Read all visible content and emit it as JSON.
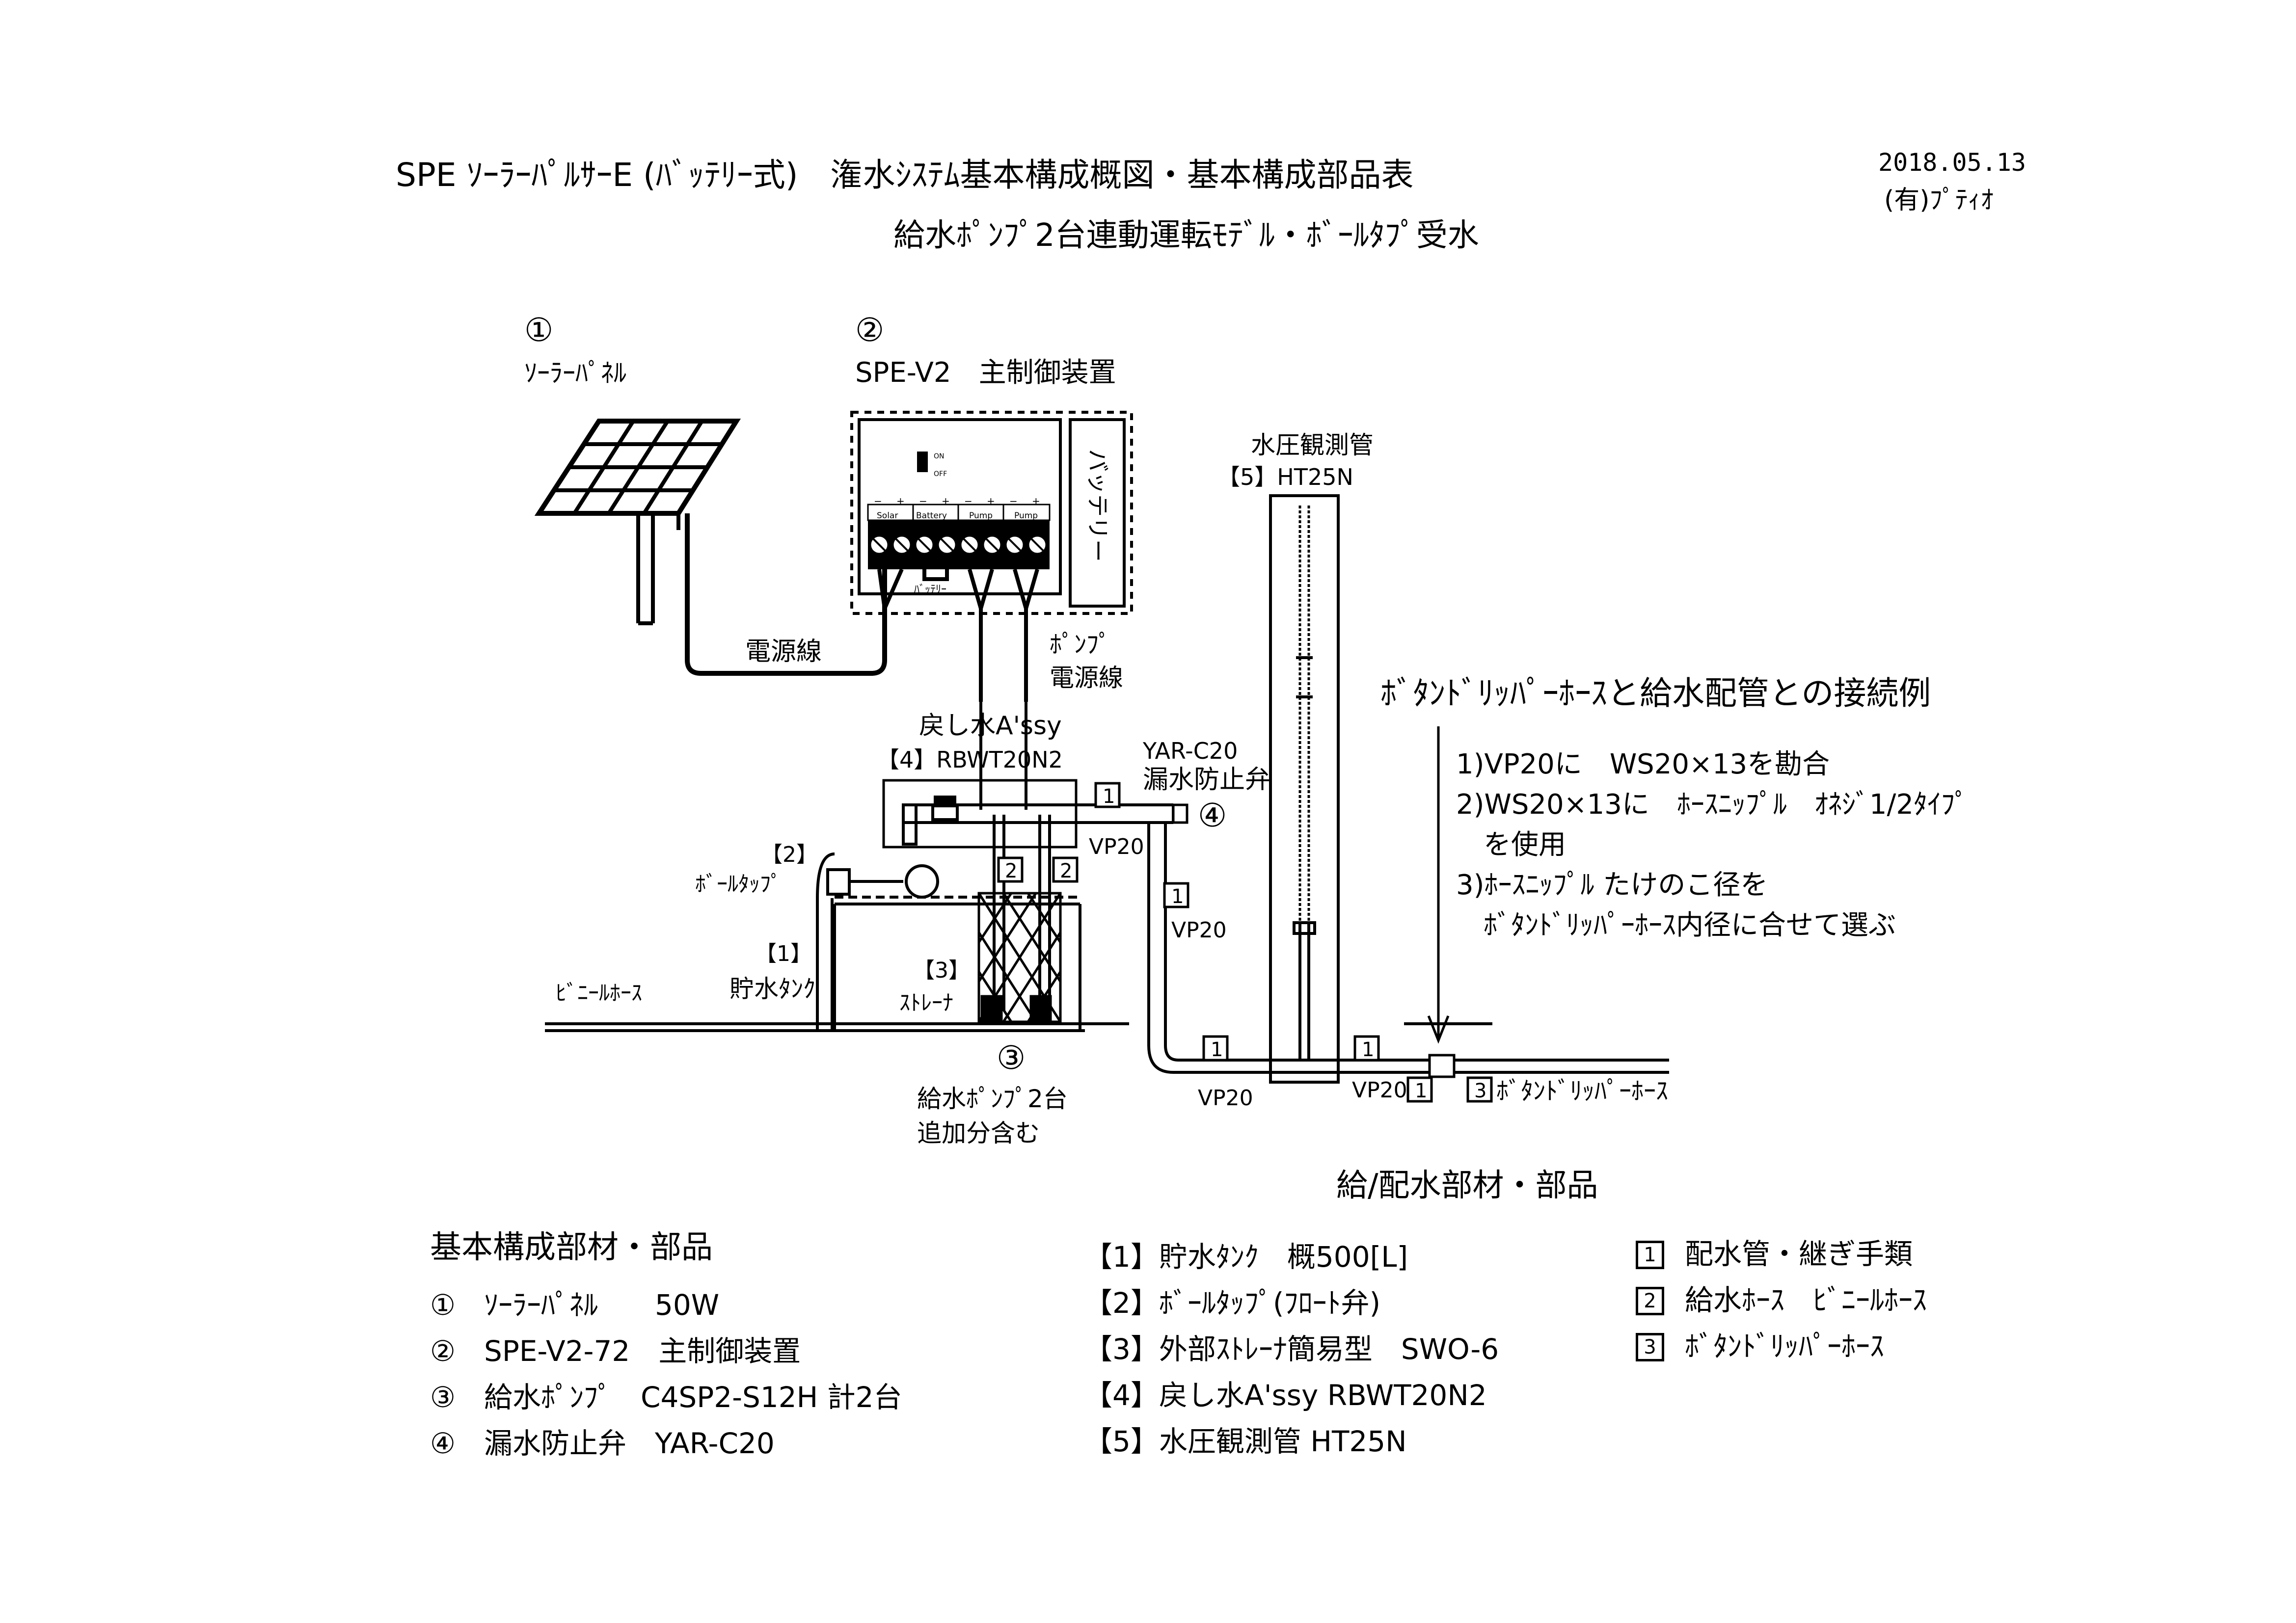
{
  "header": {
    "title": "SPE ｿｰﾗｰﾊﾟﾙｻｰE (ﾊﾞｯﾃﾘｰ式)　潅水ｼｽﾃﾑ基本構成概図・基本構成部品表",
    "subtitle": "給水ﾎﾟﾝﾌﾟ2台連動運転ﾓﾃﾞﾙ・ﾎﾞｰﾙﾀﾌﾟ受水",
    "date": "2018.05.13",
    "company": "(有)ﾌﾟﾃｨｵ"
  },
  "diagram": {
    "c1": "①",
    "solar_panel": "ｿｰﾗｰﾊﾟﾈﾙ",
    "c2": "②",
    "controller": "SPE-V2　主制御装置",
    "sw_on": "ON",
    "sw_off": "OFF",
    "t_plus": "+",
    "t_minus": "−",
    "terminal_solar": "Solar",
    "terminal_battery": "Battery",
    "terminal_pump1": "Pump",
    "terminal_pump2": "Pump",
    "battery_label": "ﾊﾞｯﾃﾘｰ",
    "battery_box": "バッテリー",
    "power_line": "電源線",
    "pump_power_line_1": "ﾎﾟﾝﾌﾟ",
    "pump_power_line_2": "電源線",
    "pressure_tube_1": "水圧観測管",
    "pressure_tube_2": "【5】HT25N",
    "return_water_1": "戻し水A'ssy",
    "return_water_2": "【4】RBWT20N2",
    "leak_valve_1": "YAR-C20",
    "leak_valve_2": "漏水防止弁",
    "c4": "④",
    "box1": "1",
    "box2": "2",
    "vp20": "VP20",
    "balltap_1": "【2】",
    "balltap_2": "ﾎﾞｰﾙﾀｯﾌﾟ",
    "tank_1": "【1】",
    "tank_2": "貯水ﾀﾝｸ",
    "strainer_1": "【3】",
    "strainer_2": "ｽﾄﾚｰﾅ",
    "vinyl_hose": "ﾋﾞﾆｰﾙﾎｰｽ",
    "c3": "③",
    "pump_note_1": "給水ﾎﾟﾝﾌﾟ2台",
    "pump_note_2": "追加分含む",
    "dripper_hose": "ﾎﾞﾀﾝﾄﾞﾘｯﾊﾟｰﾎｰｽ",
    "box3": "3"
  },
  "connection": {
    "title": "ﾎﾞﾀﾝﾄﾞﾘｯﾊﾟｰﾎｰｽと給水配管との接続例",
    "steps": [
      "1)VP20に　WS20×13を勘合",
      "2)WS20×13に　ﾎｰｽﾆｯﾌﾟﾙ　ｵﾈｼﾞ1/2ﾀｲﾌﾟ",
      "　を使用",
      "3)ﾎｰｽﾆｯﾌﾟﾙ たけのこ径を",
      "　ﾎﾞﾀﾝﾄﾞﾘｯﾊﾟｰﾎｰｽ内径に合せて選ぶ"
    ]
  },
  "parts": {
    "basic_title": "基本構成部材・部品",
    "basic": [
      "①　ｿｰﾗｰﾊﾟﾈﾙ　　50W",
      "②　SPE-V2-72　主制御装置",
      "③　給水ﾎﾟﾝﾌﾟ　C4SP2-S12H 計2台",
      "④　漏水防止弁　YAR-C20"
    ],
    "supply_title": "給/配水部材・部品",
    "supply": [
      "【1】貯水ﾀﾝｸ　概500[L]",
      "【2】ﾎﾞｰﾙﾀｯﾌﾟ(ﾌﾛｰﾄ弁)",
      "【3】外部ｽﾄﾚｰﾅ簡易型　SWO-6",
      "【4】戻し水A'ssy RBWT20N2",
      "【5】水圧観測管 HT25N"
    ],
    "legend": [
      {
        "num": "1",
        "text": "配水管・継ぎ手類"
      },
      {
        "num": "2",
        "text": "給水ﾎｰｽ　ﾋﾞﾆｰﾙﾎｰｽ"
      },
      {
        "num": "3",
        "text": "ﾎﾞﾀﾝﾄﾞﾘｯﾊﾟｰﾎｰｽ"
      }
    ]
  }
}
